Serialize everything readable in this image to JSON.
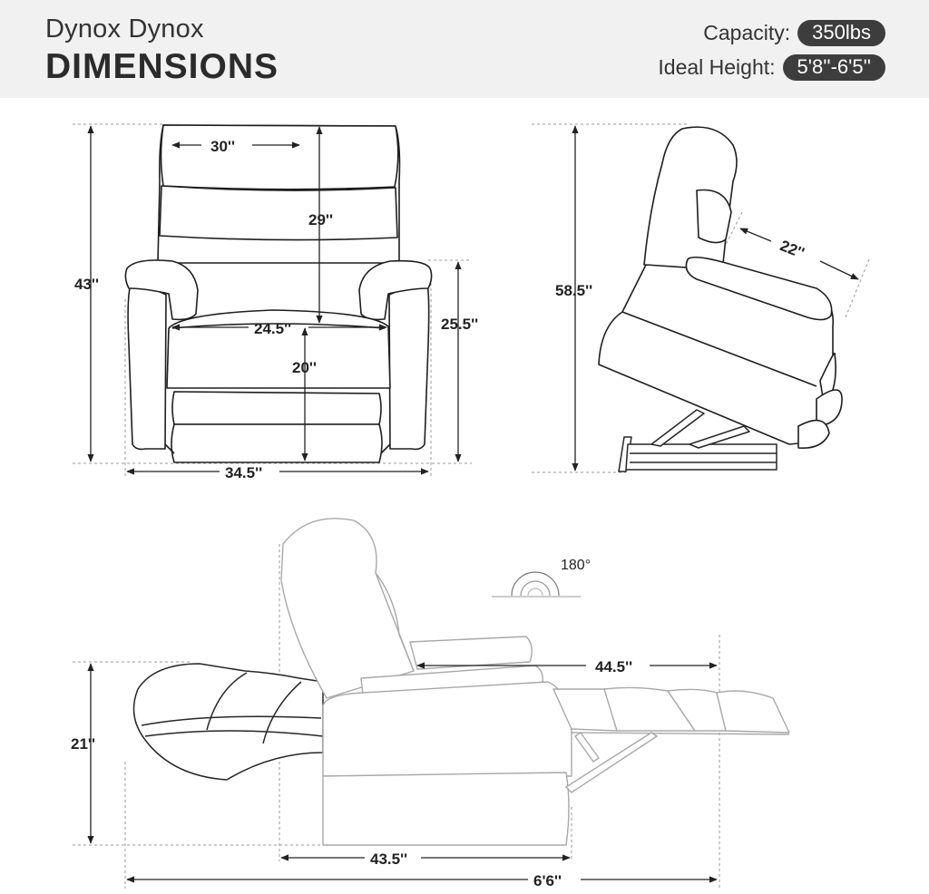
{
  "header": {
    "brand": "Dynox Dynox",
    "title": "DIMENSIONS",
    "capacity_label": "Capacity:",
    "capacity_value": "350lbs",
    "height_label": "Ideal Height:",
    "height_value": "5'8''-6'5''"
  },
  "front_view": {
    "back_width": "30''",
    "back_height": "29''",
    "total_height": "43''",
    "seat_width": "24.5''",
    "seat_height": "20''",
    "arm_height": "25.5''",
    "total_width": "34.5''"
  },
  "side_view": {
    "total_height": "58.5''",
    "seat_depth": "22''"
  },
  "recline_view": {
    "angle": "180°",
    "footrest_length": "44.5''",
    "height": "21''",
    "base_depth": "43.5''",
    "total_length": "6'6''"
  },
  "colors": {
    "header_bg": "#f1f1f1",
    "pill_bg": "#3d3d3d",
    "line": "#1e1e1e"
  }
}
